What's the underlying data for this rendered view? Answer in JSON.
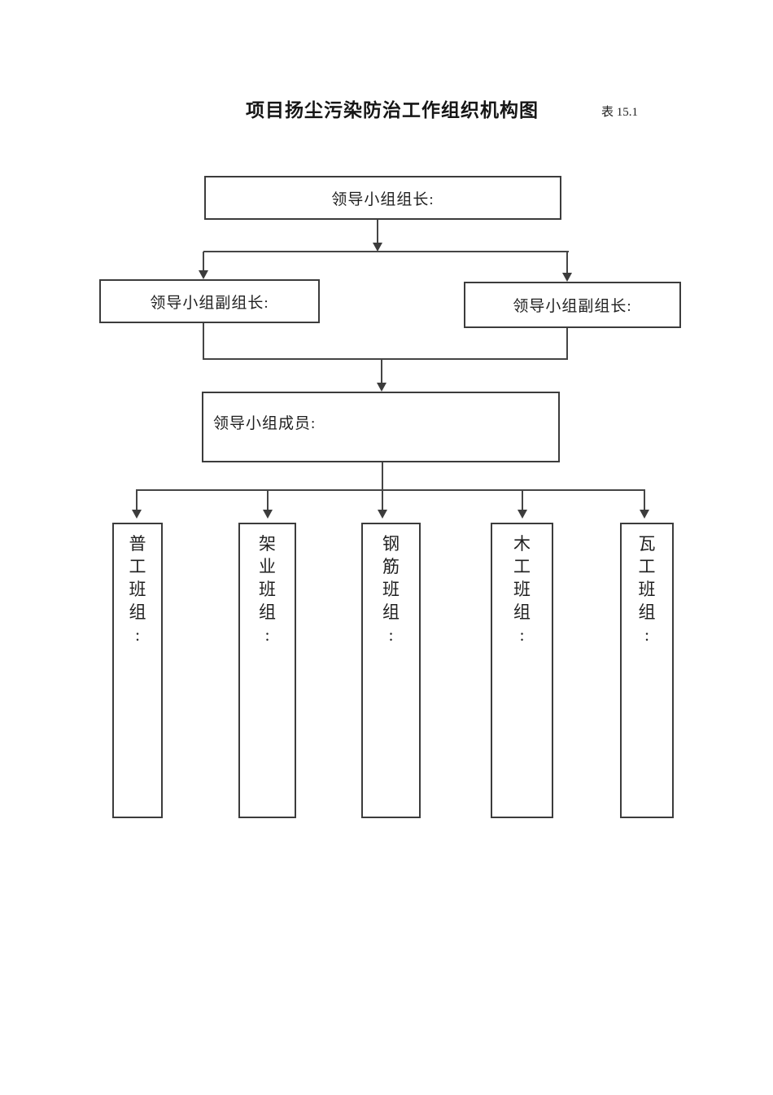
{
  "page": {
    "title": "项目扬尘污染防治工作组织机构图",
    "table_ref": "表 15.1",
    "background_color": "#ffffff",
    "line_color": "#3c3c3c",
    "text_color": "#1f1f1f"
  },
  "org": {
    "leader": "领导小组组长:",
    "deputies": [
      "领导小组副组长:",
      "领导小组副组长:"
    ],
    "members": "领导小组成员:",
    "teams": [
      {
        "label": "普工班组:",
        "vertical": "普\n工\n班\n组\n:"
      },
      {
        "label": "架业班组:",
        "vertical": "架\n业\n班\n组\n:"
      },
      {
        "label": "钢筋班组:",
        "vertical": "钢\n筋\n班\n组\n:"
      },
      {
        "label": "木工班组:",
        "vertical": "木\n工\n班\n组\n:"
      },
      {
        "label": "瓦工班组:",
        "vertical": "瓦\n工\n班\n组\n:"
      }
    ]
  }
}
